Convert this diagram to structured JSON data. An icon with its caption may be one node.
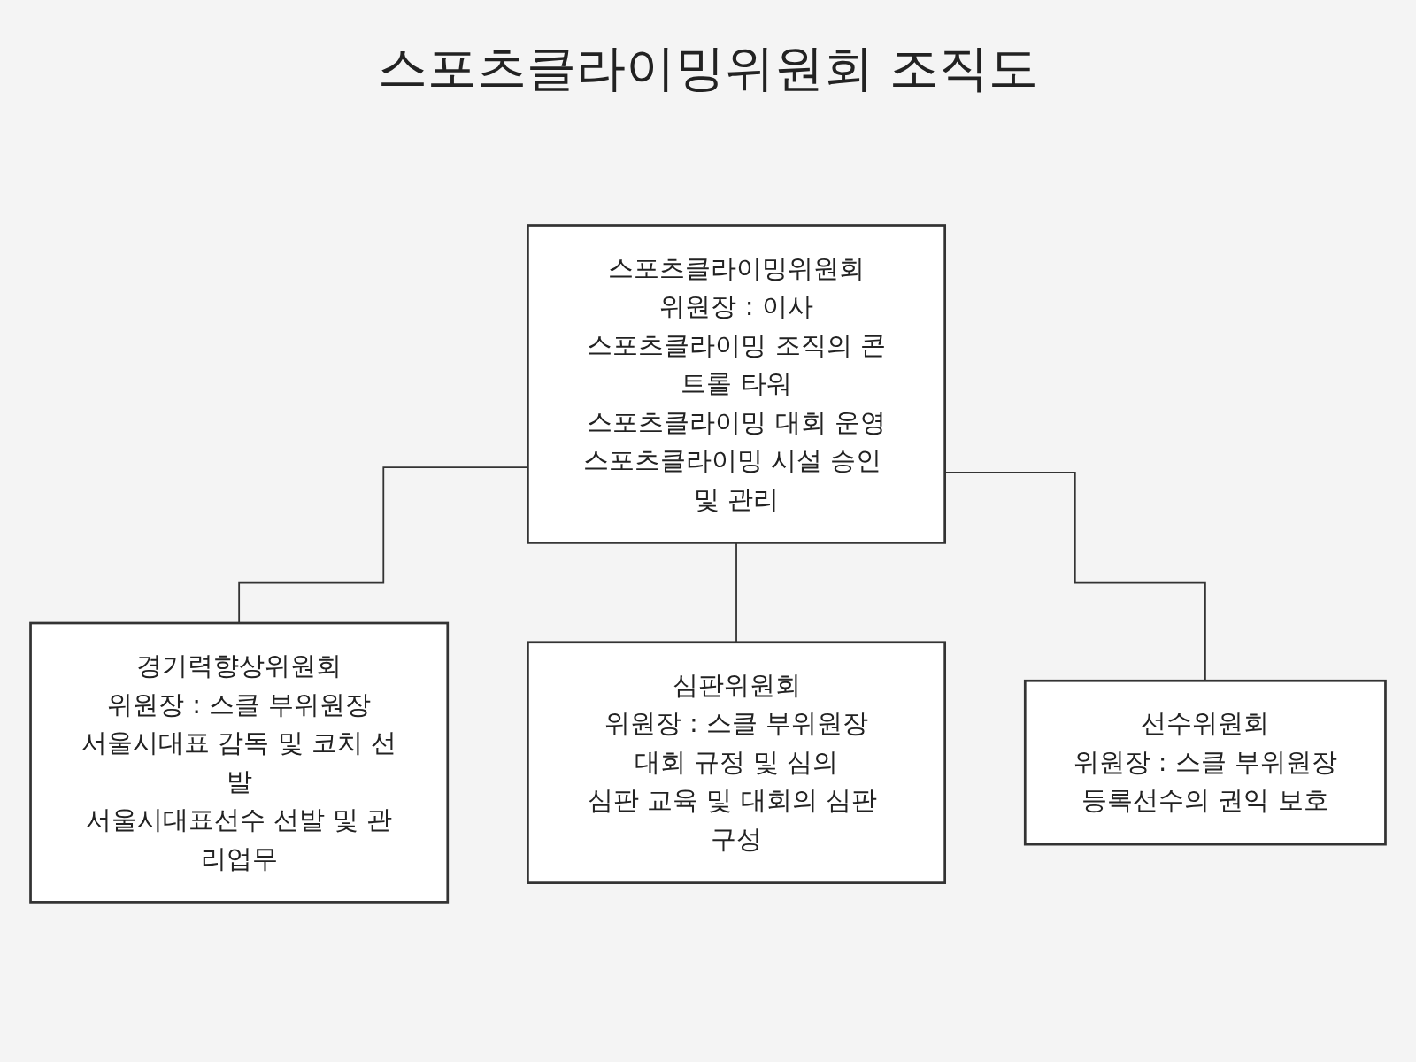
{
  "diagram": {
    "title": "스포츠클라이밍위원회 조직도",
    "nodes": [
      {
        "text": [
          "스포츠클라이밍위원회",
          "위원장 : 이사",
          "스포츠클라이밍 조직의 콘트롤 타워",
          "스포츠클라이밍 대회 운영",
          "스포츠클라이밍 시설 승인 및 관리"
        ]
      },
      {
        "text": [
          "경기력향상위원회",
          "위원장 : 스클 부위원장",
          "서울시대표 감독 및 코치 선발",
          "서울시대표선수 선발 및 관리업무"
        ]
      },
      {
        "text": [
          "심판위원회",
          "위원장 : 스클 부위원장",
          "대회 규정 및 심의",
          "심판 교육 및 대회의 심판 구성"
        ]
      },
      {
        "text": [
          "선수위원회",
          "위원장 : 스클 부위원장",
          "등록선수의 권익 보호"
        ]
      }
    ],
    "edges": [
      {
        "from": 0,
        "to": 1,
        "arrow": "none"
      },
      {
        "from": 0,
        "to": 2,
        "arrow": "none"
      },
      {
        "from": 0,
        "to": 3,
        "arrow": "none"
      }
    ]
  }
}
